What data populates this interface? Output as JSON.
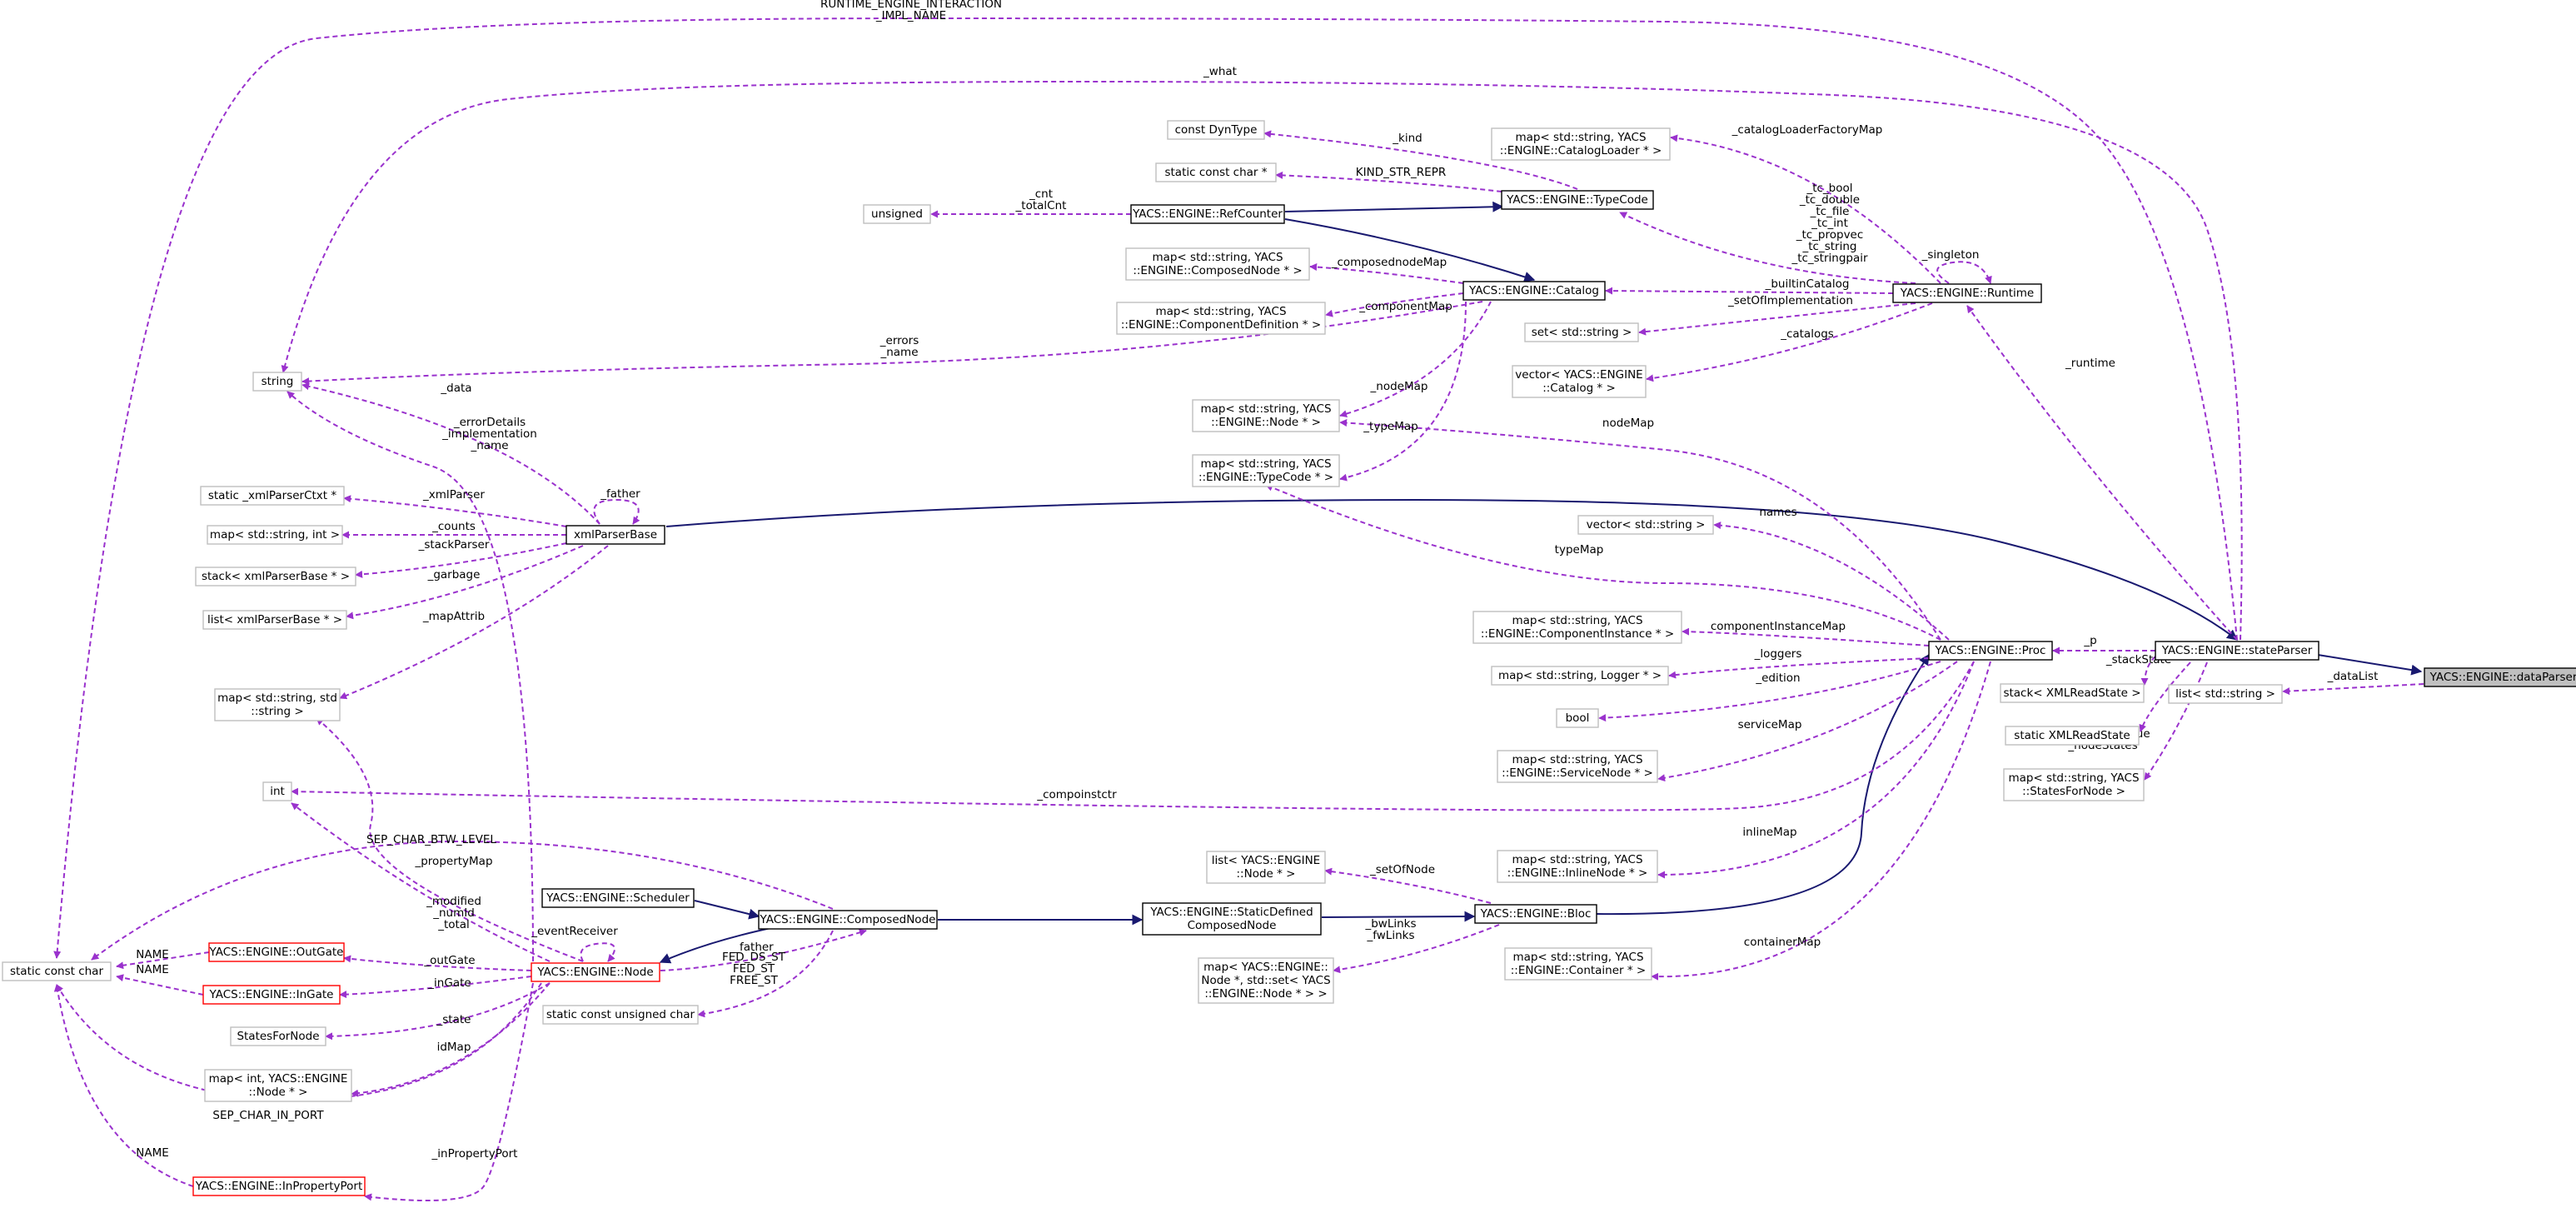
{
  "colors": {
    "usage_edge": "#9a32cd",
    "inherit_edge": "#191970",
    "normal_border": "#000000",
    "incomplete_border": "#ff0000",
    "external_border": "#bfbfbf",
    "focus_fill": "#bfbfbf",
    "background": "#ffffff"
  },
  "nodes": [
    {
      "id": "dataParser",
      "lines": [
        "YACS::ENGINE::dataParser"
      ],
      "kind": "focus"
    },
    {
      "id": "stateParser",
      "lines": [
        "YACS::ENGINE::stateParser"
      ],
      "kind": "normal"
    },
    {
      "id": "listString",
      "lines": [
        "list< std::string >"
      ],
      "kind": "external"
    },
    {
      "id": "Proc",
      "lines": [
        "YACS::ENGINE::Proc"
      ],
      "kind": "normal"
    },
    {
      "id": "stackXML",
      "lines": [
        "stack< XMLReadState >"
      ],
      "kind": "external"
    },
    {
      "id": "staticXML",
      "lines": [
        "static XMLReadState"
      ],
      "kind": "external"
    },
    {
      "id": "mapStatesForNode",
      "lines": [
        "map< std::string, YACS",
        "::StatesForNode >"
      ],
      "kind": "external"
    },
    {
      "id": "Runtime",
      "lines": [
        "YACS::ENGINE::Runtime"
      ],
      "kind": "normal"
    },
    {
      "id": "xmlParserBase",
      "lines": [
        "xmlParserBase"
      ],
      "kind": "normal"
    },
    {
      "id": "scc",
      "lines": [
        "static const char"
      ],
      "kind": "external"
    },
    {
      "id": "string",
      "lines": [
        "string"
      ],
      "kind": "external"
    },
    {
      "id": "mapCatLoader",
      "lines": [
        "map< std::string, YACS",
        "::ENGINE::CatalogLoader * >"
      ],
      "kind": "external"
    },
    {
      "id": "TypeCode",
      "lines": [
        "YACS::ENGINE::TypeCode"
      ],
      "kind": "normal"
    },
    {
      "id": "Catalog",
      "lines": [
        "YACS::ENGINE::Catalog"
      ],
      "kind": "normal"
    },
    {
      "id": "setString",
      "lines": [
        "set< std::string >"
      ],
      "kind": "external"
    },
    {
      "id": "vecCatalog",
      "lines": [
        "vector< YACS::ENGINE",
        "::Catalog * >"
      ],
      "kind": "external"
    },
    {
      "id": "constDynType",
      "lines": [
        "const DynType"
      ],
      "kind": "external"
    },
    {
      "id": "staticConstCharPtr",
      "lines": [
        "static const char *"
      ],
      "kind": "external"
    },
    {
      "id": "RefCounter",
      "lines": [
        "YACS::ENGINE::RefCounter"
      ],
      "kind": "normal"
    },
    {
      "id": "unsigned",
      "lines": [
        "unsigned"
      ],
      "kind": "external"
    },
    {
      "id": "mapComposedNode",
      "lines": [
        "map< std::string, YACS",
        "::ENGINE::ComposedNode * >"
      ],
      "kind": "external"
    },
    {
      "id": "mapCompDef",
      "lines": [
        "map< std::string, YACS",
        "::ENGINE::ComponentDefinition * >"
      ],
      "kind": "external"
    },
    {
      "id": "mapNode",
      "lines": [
        "map< std::string, YACS",
        "::ENGINE::Node * >"
      ],
      "kind": "external"
    },
    {
      "id": "mapTypeCode",
      "lines": [
        "map< std::string, YACS",
        "::ENGINE::TypeCode * >"
      ],
      "kind": "external"
    },
    {
      "id": "vecString",
      "lines": [
        "vector< std::string >"
      ],
      "kind": "external"
    },
    {
      "id": "mapCompInst",
      "lines": [
        "map< std::string, YACS",
        "::ENGINE::ComponentInstance * >"
      ],
      "kind": "external"
    },
    {
      "id": "mapLogger",
      "lines": [
        "map< std::string, Logger * >"
      ],
      "kind": "external"
    },
    {
      "id": "bool",
      "lines": [
        "bool"
      ],
      "kind": "external"
    },
    {
      "id": "mapServiceNode",
      "lines": [
        "map< std::string, YACS",
        "::ENGINE::ServiceNode * >"
      ],
      "kind": "external"
    },
    {
      "id": "mapInlineNode",
      "lines": [
        "map< std::string, YACS",
        "::ENGINE::InlineNode * >"
      ],
      "kind": "external"
    },
    {
      "id": "mapContainer",
      "lines": [
        "map< std::string, YACS",
        "::ENGINE::Container * >"
      ],
      "kind": "external"
    },
    {
      "id": "Bloc",
      "lines": [
        "YACS::ENGINE::Bloc"
      ],
      "kind": "normal"
    },
    {
      "id": "listNodePtr",
      "lines": [
        "list< YACS::ENGINE",
        "::Node * >"
      ],
      "kind": "external"
    },
    {
      "id": "mapNodeSet",
      "lines": [
        "map< YACS::ENGINE::",
        "Node *, std::set< YACS",
        "::ENGINE::Node * > >"
      ],
      "kind": "external"
    },
    {
      "id": "StaticDefined",
      "lines": [
        "YACS::ENGINE::StaticDefined",
        "ComposedNode"
      ],
      "kind": "normal"
    },
    {
      "id": "ComposedNode",
      "lines": [
        "YACS::ENGINE::ComposedNode"
      ],
      "kind": "normal"
    },
    {
      "id": "Scheduler",
      "lines": [
        "YACS::ENGINE::Scheduler"
      ],
      "kind": "normal"
    },
    {
      "id": "Node",
      "lines": [
        "YACS::ENGINE::Node"
      ],
      "kind": "incomplete"
    },
    {
      "id": "staticConstUnsignedChar",
      "lines": [
        "static const unsigned char"
      ],
      "kind": "external"
    },
    {
      "id": "OutGate",
      "lines": [
        "YACS::ENGINE::OutGate"
      ],
      "kind": "incomplete"
    },
    {
      "id": "InGate",
      "lines": [
        "YACS::ENGINE::InGate"
      ],
      "kind": "incomplete"
    },
    {
      "id": "StatesForNode",
      "lines": [
        "StatesForNode"
      ],
      "kind": "external"
    },
    {
      "id": "mapIntNode",
      "lines": [
        "map< int, YACS::ENGINE",
        "::Node * >"
      ],
      "kind": "external"
    },
    {
      "id": "InPropertyPort",
      "lines": [
        "YACS::ENGINE::InPropertyPort"
      ],
      "kind": "incomplete"
    },
    {
      "id": "int",
      "lines": [
        "int"
      ],
      "kind": "external"
    },
    {
      "id": "mapStringString",
      "lines": [
        "map< std::string, std",
        "::string >"
      ],
      "kind": "external"
    },
    {
      "id": "staticXmlParserCtxt",
      "lines": [
        "static _xmlParserCtxt *"
      ],
      "kind": "external"
    },
    {
      "id": "mapStringInt",
      "lines": [
        "map< std::string, int >"
      ],
      "kind": "external"
    },
    {
      "id": "stackXmlParserBase",
      "lines": [
        "stack< xmlParserBase * >"
      ],
      "kind": "external"
    },
    {
      "id": "listXmlParserBase",
      "lines": [
        "list< xmlParserBase * >"
      ],
      "kind": "external"
    }
  ],
  "edges": [
    {
      "from": "stateParser",
      "to": "dataParser",
      "kind": "inherit"
    },
    {
      "from": "xmlParserBase",
      "to": "stateParser",
      "kind": "inherit"
    },
    {
      "from": "RefCounter",
      "to": "TypeCode",
      "kind": "inherit"
    },
    {
      "from": "RefCounter",
      "to": "Catalog",
      "kind": "inherit"
    },
    {
      "from": "Bloc",
      "to": "Proc",
      "kind": "inherit"
    },
    {
      "from": "StaticDefined",
      "to": "Bloc",
      "kind": "inherit"
    },
    {
      "from": "ComposedNode",
      "to": "StaticDefined",
      "kind": "inherit"
    },
    {
      "from": "Scheduler",
      "to": "ComposedNode",
      "kind": "inherit"
    },
    {
      "from": "ComposedNode",
      "to": "Node",
      "kind": "inherit"
    },
    {
      "from": "dataParser",
      "to": "listString",
      "kind": "usage",
      "label": [
        "_dataList"
      ]
    },
    {
      "from": "stateParser",
      "to": "Proc",
      "kind": "usage",
      "label": [
        "_p"
      ]
    },
    {
      "from": "stateParser",
      "to": "stackXML",
      "kind": "usage",
      "label": [
        "_stackState"
      ]
    },
    {
      "from": "stateParser",
      "to": "staticXML",
      "kind": "usage",
      "label": [
        "_state"
      ]
    },
    {
      "from": "stateParser",
      "to": "mapStatesForNode",
      "kind": "usage",
      "label": [
        "_nodeStateValue",
        "_nodeStates"
      ]
    },
    {
      "from": "stateParser",
      "to": "Runtime",
      "kind": "usage",
      "label": [
        "_runtime"
      ]
    },
    {
      "from": "stateParser",
      "to": "scc",
      "kind": "usage",
      "label": [
        "RUNTIME_ENGINE_INTERACTION",
        "_IMPL_NAME"
      ]
    },
    {
      "from": "stateParser",
      "to": "string",
      "kind": "usage",
      "label": [
        "_what"
      ]
    },
    {
      "from": "Runtime",
      "to": "Runtime",
      "kind": "usage",
      "label": [
        "_singleton"
      ]
    },
    {
      "from": "Runtime",
      "to": "mapCatLoader",
      "kind": "usage",
      "label": [
        "_catalogLoaderFactoryMap"
      ]
    },
    {
      "from": "Runtime",
      "to": "TypeCode",
      "kind": "usage",
      "label": [
        "_tc_bool",
        "_tc_double",
        "_tc_file",
        "_tc_int",
        "_tc_propvec",
        "_tc_string",
        "_tc_stringpair"
      ]
    },
    {
      "from": "Runtime",
      "to": "Catalog",
      "kind": "usage",
      "label": [
        "_builtinCatalog"
      ]
    },
    {
      "from": "Runtime",
      "to": "setString",
      "kind": "usage",
      "label": [
        "_setOfImplementation"
      ]
    },
    {
      "from": "Runtime",
      "to": "vecCatalog",
      "kind": "usage",
      "label": [
        "_catalogs"
      ]
    },
    {
      "from": "TypeCode",
      "to": "constDynType",
      "kind": "usage",
      "label": [
        "_kind"
      ]
    },
    {
      "from": "TypeCode",
      "to": "staticConstCharPtr",
      "kind": "usage",
      "label": [
        "KIND_STR_REPR"
      ]
    },
    {
      "from": "RefCounter",
      "to": "unsigned",
      "kind": "usage",
      "label": [
        "_cnt",
        "_totalCnt"
      ]
    },
    {
      "from": "Catalog",
      "to": "mapComposedNode",
      "kind": "usage",
      "label": [
        "_composednodeMap"
      ]
    },
    {
      "from": "Catalog",
      "to": "mapCompDef",
      "kind": "usage",
      "label": [
        "_componentMap"
      ]
    },
    {
      "from": "Catalog",
      "to": "string",
      "kind": "usage",
      "label": [
        "_errors",
        "_name"
      ]
    },
    {
      "from": "Catalog",
      "to": "mapNode",
      "kind": "usage",
      "label": [
        "_nodeMap"
      ]
    },
    {
      "from": "Catalog",
      "to": "mapTypeCode",
      "kind": "usage",
      "label": [
        "_typeMap"
      ]
    },
    {
      "from": "Proc",
      "to": "mapNode",
      "kind": "usage",
      "label": [
        "nodeMap"
      ]
    },
    {
      "from": "Proc",
      "to": "mapTypeCode",
      "kind": "usage",
      "label": [
        "typeMap"
      ]
    },
    {
      "from": "Proc",
      "to": "vecString",
      "kind": "usage",
      "label": [
        "names"
      ]
    },
    {
      "from": "Proc",
      "to": "mapCompInst",
      "kind": "usage",
      "label": [
        "componentInstanceMap"
      ]
    },
    {
      "from": "Proc",
      "to": "mapLogger",
      "kind": "usage",
      "label": [
        "_loggers"
      ]
    },
    {
      "from": "Proc",
      "to": "bool",
      "kind": "usage",
      "label": [
        "_edition"
      ]
    },
    {
      "from": "Proc",
      "to": "mapServiceNode",
      "kind": "usage",
      "label": [
        "serviceMap"
      ]
    },
    {
      "from": "Proc",
      "to": "int",
      "kind": "usage",
      "label": [
        "_compoinstctr"
      ]
    },
    {
      "from": "Proc",
      "to": "mapInlineNode",
      "kind": "usage",
      "label": [
        "inlineMap"
      ]
    },
    {
      "from": "Proc",
      "to": "mapContainer",
      "kind": "usage",
      "label": [
        "containerMap"
      ]
    },
    {
      "from": "Bloc",
      "to": "listNodePtr",
      "kind": "usage",
      "label": [
        "_setOfNode"
      ]
    },
    {
      "from": "Bloc",
      "to": "mapNodeSet",
      "kind": "usage",
      "label": [
        "_bwLinks",
        "_fwLinks"
      ]
    },
    {
      "from": "ComposedNode",
      "to": "staticConstUnsignedChar",
      "kind": "usage",
      "label": [
        "FED_DS_ST",
        "FED_ST",
        "FREE_ST"
      ]
    },
    {
      "from": "ComposedNode",
      "to": "scc",
      "kind": "usage",
      "label": [
        "SEP_CHAR_BTW_LEVEL"
      ]
    },
    {
      "from": "Node",
      "to": "ComposedNode",
      "kind": "usage",
      "label": [
        "_father"
      ]
    },
    {
      "from": "Node",
      "to": "Node",
      "kind": "usage",
      "label": [
        "_eventReceiver"
      ]
    },
    {
      "from": "Node",
      "to": "OutGate",
      "kind": "usage",
      "label": [
        "_outGate"
      ]
    },
    {
      "from": "Node",
      "to": "InGate",
      "kind": "usage",
      "label": [
        "_inGate"
      ]
    },
    {
      "from": "Node",
      "to": "StatesForNode",
      "kind": "usage",
      "label": [
        "_state"
      ]
    },
    {
      "from": "Node",
      "to": "mapIntNode",
      "kind": "usage",
      "label": [
        "idMap"
      ]
    },
    {
      "from": "Node",
      "to": "scc",
      "kind": "usage",
      "label": [
        "SEP_CHAR_IN_PORT"
      ]
    },
    {
      "from": "Node",
      "to": "InPropertyPort",
      "kind": "usage",
      "label": [
        "_inPropertyPort"
      ]
    },
    {
      "from": "Node",
      "to": "int",
      "kind": "usage",
      "label": [
        "_modified",
        "_numId",
        "_total"
      ]
    },
    {
      "from": "Node",
      "to": "mapStringString",
      "kind": "usage",
      "label": [
        "_propertyMap"
      ]
    },
    {
      "from": "Node",
      "to": "string",
      "kind": "usage",
      "label": [
        "_errorDetails",
        "_implementation",
        "_name"
      ]
    },
    {
      "from": "OutGate",
      "to": "scc",
      "kind": "usage",
      "label": [
        "NAME"
      ]
    },
    {
      "from": "InGate",
      "to": "scc",
      "kind": "usage",
      "label": [
        "NAME"
      ]
    },
    {
      "from": "InPropertyPort",
      "to": "scc",
      "kind": "usage",
      "label": [
        "NAME"
      ]
    },
    {
      "from": "xmlParserBase",
      "to": "xmlParserBase",
      "kind": "usage",
      "label": [
        "_father"
      ]
    },
    {
      "from": "xmlParserBase",
      "to": "string",
      "kind": "usage",
      "label": [
        "_data"
      ]
    },
    {
      "from": "xmlParserBase",
      "to": "staticXmlParserCtxt",
      "kind": "usage",
      "label": [
        "_xmlParser"
      ]
    },
    {
      "from": "xmlParserBase",
      "to": "mapStringInt",
      "kind": "usage",
      "label": [
        "_counts"
      ]
    },
    {
      "from": "xmlParserBase",
      "to": "stackXmlParserBase",
      "kind": "usage",
      "label": [
        "_stackParser"
      ]
    },
    {
      "from": "xmlParserBase",
      "to": "listXmlParserBase",
      "kind": "usage",
      "label": [
        "_garbage"
      ]
    },
    {
      "from": "xmlParserBase",
      "to": "mapStringString",
      "kind": "usage",
      "label": [
        "_mapAttrib"
      ]
    }
  ]
}
